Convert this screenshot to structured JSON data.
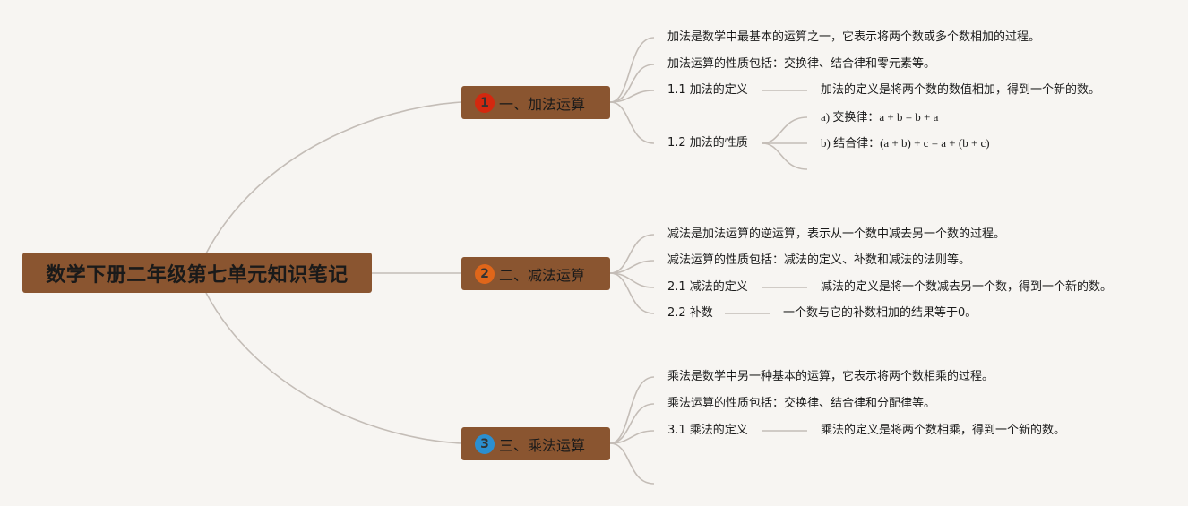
{
  "root": {
    "title": "数学下册二年级第七单元知识笔记"
  },
  "branches": [
    {
      "number": "1",
      "badge_color": "#d4280f",
      "label": "一、加法运算",
      "items": [
        "加法是数学中最基本的运算之一，它表示将两个数或多个数相加的过程。",
        "加法运算的性质包括：交换律、结合律和零元素等。",
        "1.1 加法的定义",
        "1.2 加法的性质"
      ],
      "definition": "加法的定义是将两个数的数值相加，得到一个新的数。",
      "properties": [
        "a) 交换律：a + b = b + a",
        "b) 结合律：(a + b) + c = a + (b + c)"
      ]
    },
    {
      "number": "2",
      "badge_color": "#e0661a",
      "label": "二、减法运算",
      "items": [
        "减法是加法运算的逆运算，表示从一个数中减去另一个数的过程。",
        "减法运算的性质包括：减法的定义、补数和减法的法则等。",
        "2.1 减法的定义",
        "2.2 补数"
      ],
      "definition": "减法的定义是将一个数减去另一个数，得到一个新的数。",
      "complement": "一个数与它的补数相加的结果等于0。"
    },
    {
      "number": "3",
      "badge_color": "#2b8fd0",
      "label": "三、乘法运算",
      "items": [
        "乘法是数学中另一种基本的运算，它表示将两个数相乘的过程。",
        "乘法运算的性质包括：交换律、结合律和分配律等。",
        "3.1 乘法的定义"
      ],
      "definition": "乘法的定义是将两个数相乘，得到一个新的数。"
    }
  ],
  "colors": {
    "node_fill": "#8a5530",
    "line": "#c4bdb7",
    "background": "#f7f5f2"
  }
}
